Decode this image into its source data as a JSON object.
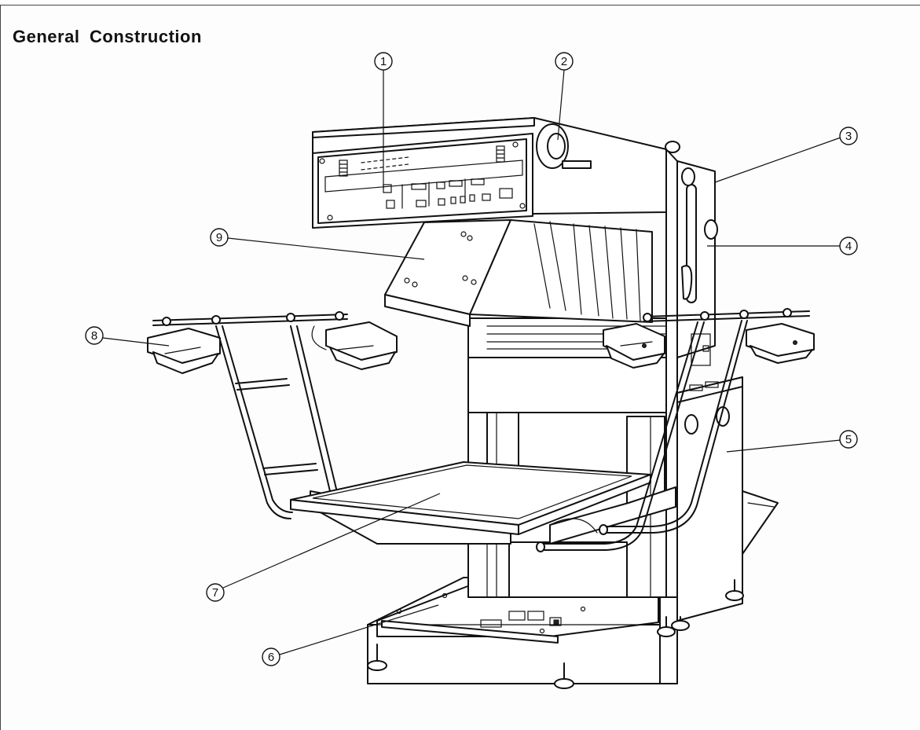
{
  "title": "General  Construction",
  "callouts": [
    {
      "id": "1",
      "label": "1"
    },
    {
      "id": "2",
      "label": "2"
    },
    {
      "id": "3",
      "label": "3"
    },
    {
      "id": "4",
      "label": "4"
    },
    {
      "id": "5",
      "label": "5"
    },
    {
      "id": "6",
      "label": "6"
    },
    {
      "id": "7",
      "label": "7"
    },
    {
      "id": "8",
      "label": "8"
    },
    {
      "id": "9",
      "label": "9"
    }
  ],
  "colors": {
    "ink": "#111111",
    "paper": "#fdfdfd"
  }
}
